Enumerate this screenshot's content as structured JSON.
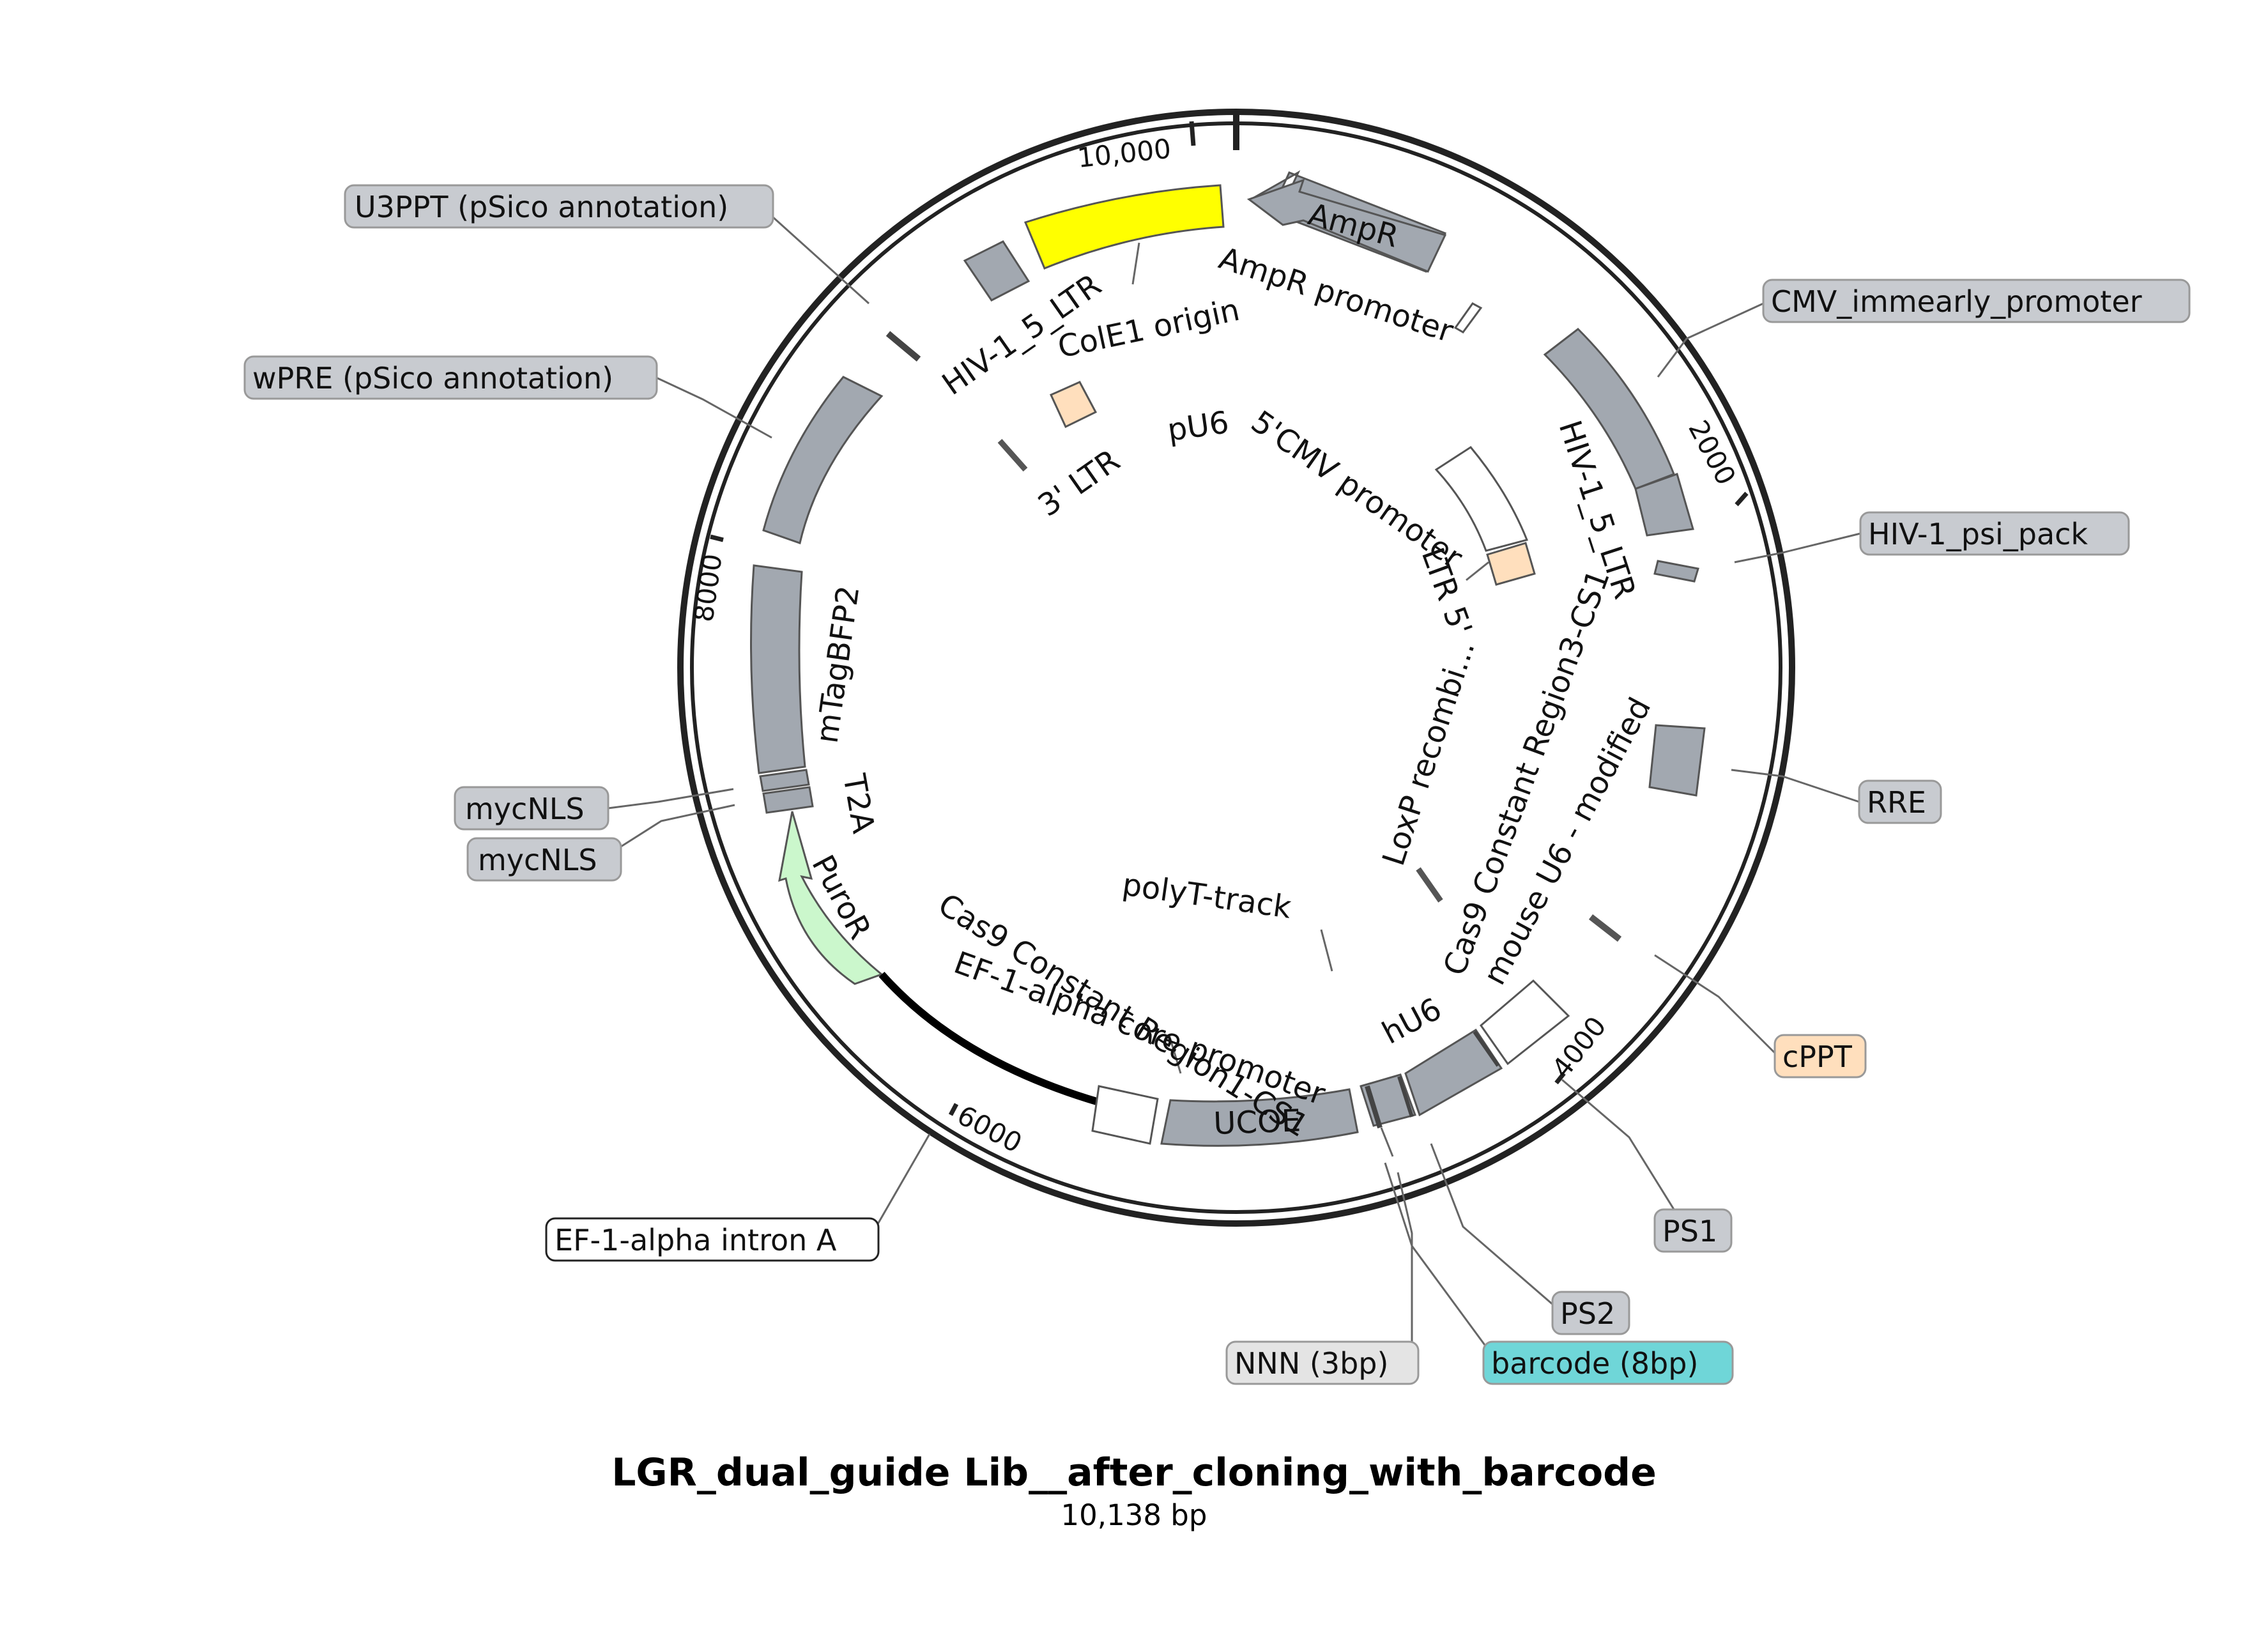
{
  "title": "LGR_dual_guide Lib__after_cloning_with_barcode",
  "size_label": "10,138 bp",
  "tick_labels": [
    "10,000",
    "2000",
    "4000",
    "6000",
    "8000"
  ],
  "colors": {
    "gray_feature": "#a2a8b0",
    "callout_gray": "#c8cbd0",
    "yellow_origin": "#ffff00",
    "peach_feature": "#ffdfbd",
    "green_feature": "#cbf7cc",
    "cyan_barcode": "#6fd6d8",
    "light_callout": "#e4e4e4",
    "white": "#ffffff",
    "dark": "#222222"
  },
  "callouts": {
    "u3ppt": "U3PPT (pSico annotation)",
    "wpre": "wPRE (pSico annotation)",
    "cmv": "CMV_immearly_promoter",
    "psi": "HIV-1_psi_pack",
    "rre": "RRE",
    "cppt": "cPPT",
    "ps1": "PS1",
    "ps2": "PS2",
    "barcode": "barcode (8bp)",
    "nnn": "NNN (3bp)",
    "ef1_intron": "EF-1-alpha intron A",
    "mycnls1": "mycNLS",
    "mycnls2": "mycNLS"
  },
  "inner_labels": {
    "ampr": "AmpR",
    "ampr_promoter": "AmpR promoter",
    "hiv_ltr_top": "HIV-1_5_LTR",
    "cole1": "ColE1 origin",
    "ltr3": "3' LTR",
    "pu6": "pU6",
    "cmv_5": "5'CMV promoter",
    "ltr5": "LTR 5'",
    "loxp": "LoxP recombi...",
    "hiv_ltr_right": "HIV-1_5_LTR",
    "cas9_cs3": "Cas9 Constant Region3-CS1",
    "mouse_u6": "mouse U6 - modified",
    "cas9_cs1b": "Cas9 Constant Region1-CS1",
    "hu6": "hU6",
    "polyt": "polyT-track",
    "cas9_cs1a": "Cas9 Constant Region1-CS1",
    "ef1_core": "EF-1-alpha core promoter",
    "ucoe": "UCOE",
    "puror": "PuroR",
    "t2a": "T2A",
    "mtagbfp2": "mTagBFP2"
  }
}
